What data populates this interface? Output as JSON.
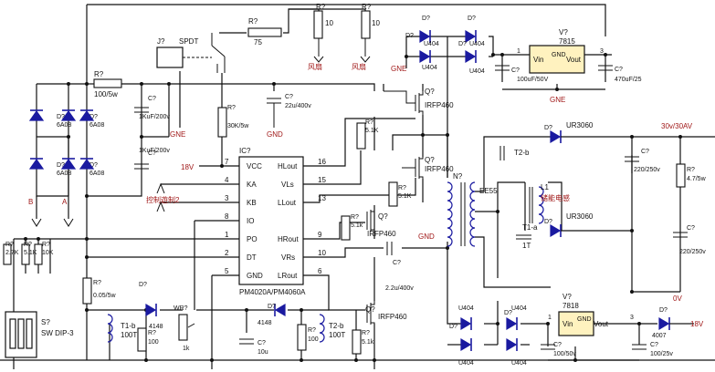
{
  "colors": {
    "wire": "#111111",
    "diode": "#1a1aa0",
    "net_label": "#a01818",
    "regulator_fill": "#fff2bf"
  },
  "ic": {
    "ref": "IC?",
    "part": "PM4020A/PM4060A",
    "pins_left": [
      {
        "num": "7",
        "name": "VCC"
      },
      {
        "num": "4",
        "name": "KA"
      },
      {
        "num": "3",
        "name": "KB"
      },
      {
        "num": "8",
        "name": "IO"
      },
      {
        "num": "1",
        "name": "PO"
      },
      {
        "num": "2",
        "name": "DT"
      },
      {
        "num": "5",
        "name": "GND"
      }
    ],
    "pins_right": [
      {
        "num": "16",
        "name": "HLout"
      },
      {
        "num": "15",
        "name": "VLs"
      },
      {
        "num": "13",
        "name": "LLout"
      },
      {
        "num": "9",
        "name": "HRout"
      },
      {
        "num": "10",
        "name": "VRs"
      },
      {
        "num": "6",
        "name": "LRout"
      }
    ]
  },
  "relay": {
    "ref": "J?",
    "type": "SPDT"
  },
  "regulators": [
    {
      "ref": "V?",
      "part": "7815",
      "vin": "Vin",
      "vout": "Vout",
      "gnd": "GND",
      "pin1": "1",
      "pin3": "3"
    },
    {
      "ref": "V?",
      "part": "7818",
      "vin": "Vin",
      "vout": "Vout",
      "gnd": "GND",
      "pin1": "1",
      "pin3": "3"
    }
  ],
  "mosfets": [
    {
      "ref": "Q?",
      "part": "IRFP460"
    },
    {
      "ref": "Q?",
      "part": "IRFP460"
    },
    {
      "ref": "Q?",
      "part": "IRFP460"
    },
    {
      "ref": "Q?",
      "part": "IRFP460"
    }
  ],
  "labels": {
    "r_top": "R?",
    "r_top_val": "75",
    "fan1_r": "R?",
    "fan1_val": "10",
    "fan1_name": "风扇",
    "fan2_r": "R?",
    "fan2_val": "10",
    "fan2_name": "风扇",
    "r_in": "R?",
    "r_in_val": "100/5w",
    "c_in1": "C?",
    "c_in1_val": "1KuF/200v",
    "c_in2": "C?",
    "c_in2_val": "1KuF/200v",
    "bridge_d": "D?",
    "bridge_val": "6A08",
    "terminal_b": "B",
    "terminal_a": "A",
    "gne": "GNE",
    "gnd": "GND",
    "r30k": "R?",
    "r30k_val": "30K/5w",
    "c22u": "C?",
    "c22u_val": "22u/400v",
    "v18": "18V",
    "ctrl_label": "控制遊制2",
    "r_hl": "R?",
    "r_hl_val": "5.1K",
    "r_hl2": "R?",
    "r_hl2_val": "5.1K",
    "r_hr": "R?",
    "r_hr_val": "5.1k",
    "r_lr": "R?",
    "r_lr_val": "5.1k",
    "c22_400": "C?",
    "c22_400_val": "2.2u/400v",
    "trafo": "N?",
    "trafo_core": "EE55",
    "t2b": "T2-b",
    "t1b": "T1-b",
    "t1b_val": "100T",
    "t2b_low": "T2-b",
    "t2b_low_val": "100T",
    "t1a": "T1-a",
    "t1a_val": "1T",
    "l1": "L1",
    "l1_name": "储能电感",
    "ur1": "UR3060",
    "ur2": "UR3060",
    "d_ur1": "D?",
    "d_ur2": "D?",
    "out_v": "30v/30AV",
    "out_0v": "0V",
    "c_out1": "C?",
    "c_out1_val": "220/250v",
    "c_out2": "C?",
    "c_out2_val": "220/250v",
    "r_out": "R?",
    "r_out_val": "4.7/5w",
    "u404": "U404",
    "d_u": "D?",
    "c_100u": "C?",
    "c_100u_val": "100uF/50V",
    "c_470u": "C?",
    "c_470u_val": "470uF/25",
    "c_100_50": "C?",
    "c_100_50_val": "100/50v",
    "c_100_25": "C?",
    "c_100_25_val": "100/25v",
    "d4007": "D?",
    "d4007_val": "4007",
    "v18_out": "18V",
    "r_sense": "R?",
    "r_sense_val": "0.05/5w",
    "r27": "R?",
    "r27_val": "2.7K",
    "r51": "R?",
    "r51_val": "5.1K",
    "r10k": "R?",
    "r10k_val": "10K",
    "dip": "S?",
    "dip_name": "SW DIP-3",
    "d4148a": "D?",
    "d4148a_val": "4148",
    "d4148b": "D?",
    "d4148b_val": "4148",
    "wr": "WR?",
    "wr_val": "1k",
    "r100a": "R?",
    "r100a_val": "100",
    "r100b": "R?",
    "r100b_val": "100",
    "r51low": "R?",
    "r51low_val": "5.1k",
    "c10u": "C?",
    "c10u_val": "10u",
    "cap_ref": "C?"
  }
}
